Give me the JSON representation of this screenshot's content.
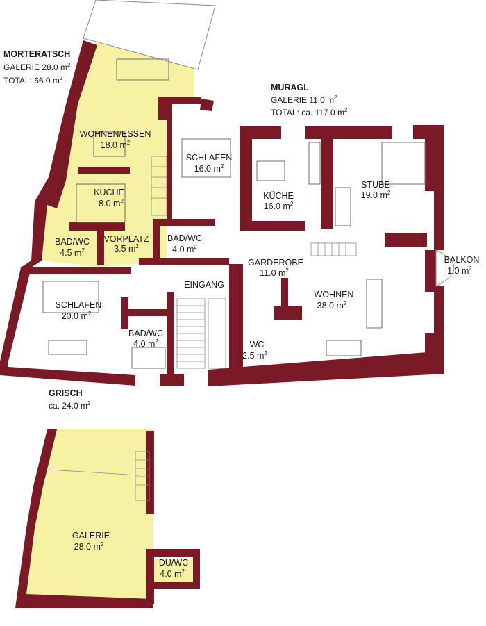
{
  "units": {
    "morteratsch": {
      "name": "MORTERATSCH",
      "line1": "GALERIE 28.0 m",
      "line2": "TOTAL: 66.0 m"
    },
    "muragl": {
      "name": "MURAGL",
      "line1": "GALERIE 11.0 m",
      "line2": "TOTAL: ca. 117.0 m"
    },
    "grisch": {
      "name": "GRISCH",
      "line1": "ca. 24.0 m"
    }
  },
  "rooms": {
    "wohnen_essen": {
      "name": "WOHNEN/ESSEN",
      "area": "18.0 m"
    },
    "kueche_m": {
      "name": "KÜCHE",
      "area": "8.0 m"
    },
    "bad_wc_m": {
      "name": "BAD/WC",
      "area": "4.5 m"
    },
    "vorplatz": {
      "name": "VORPLATZ",
      "area": "3.5 m"
    },
    "schlafen_m": {
      "name": "SCHLAFEN",
      "area": "16.0 m"
    },
    "bad_wc_c": {
      "name": "BAD/WC",
      "area": "4.0 m"
    },
    "kueche_r": {
      "name": "KÜCHE",
      "area": "16.0 m"
    },
    "stube": {
      "name": "STUBE",
      "area": "19.0 m"
    },
    "balkon": {
      "name": "BALKON",
      "area": "1.0 m"
    },
    "garderobe": {
      "name": "GARDEROBE",
      "area": "11.0 m"
    },
    "eingang": {
      "name": "EINGANG"
    },
    "wohnen": {
      "name": "WOHNEN",
      "area": "38.0 m"
    },
    "schlafen_g": {
      "name": "SCHLAFEN",
      "area": "20.0 m"
    },
    "bad_wc_g": {
      "name": "BAD/WC",
      "area": "4.0 m"
    },
    "wc": {
      "name": "WC",
      "area": "2.5 m"
    },
    "galerie": {
      "name": "GALERIE",
      "area": "28.0 m"
    },
    "du_wc": {
      "name": "DU/WC",
      "area": "4.0 m"
    }
  },
  "superscript": "2",
  "colors": {
    "wall": "#7a1a27",
    "highlight": "#f6f1a3"
  }
}
